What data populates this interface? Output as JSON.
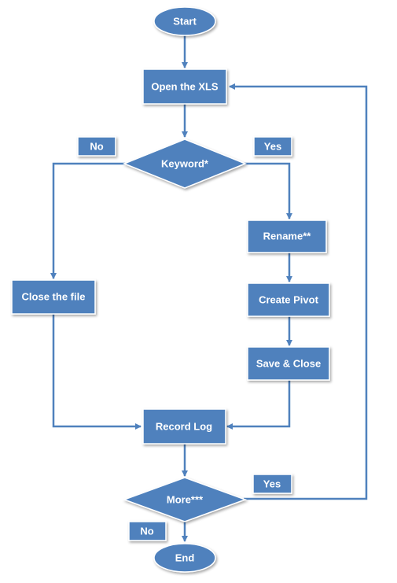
{
  "colors": {
    "node_fill": "#4f81bd",
    "text": "#ffffff",
    "edge": "#4f81bd"
  },
  "nodes": {
    "start": "Start",
    "open_xls": "Open the XLS",
    "keyword": "Keyword*",
    "close_file": "Close the file",
    "rename": "Rename**",
    "create_pivot": "Create Pivot",
    "save_close": "Save & Close",
    "record_log": "Record Log",
    "more": "More***",
    "end": "End"
  },
  "labels": {
    "keyword_no": "No",
    "keyword_yes": "Yes",
    "more_yes": "Yes",
    "more_no": "No"
  }
}
